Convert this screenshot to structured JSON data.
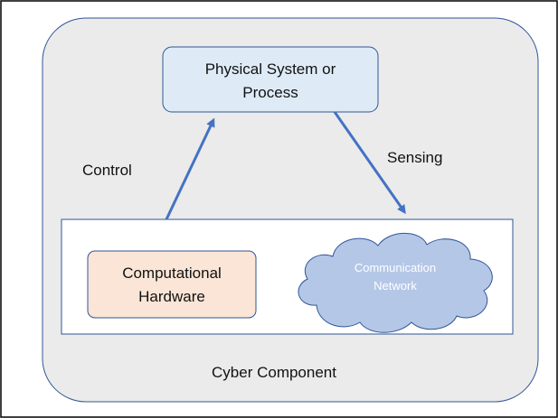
{
  "diagram": {
    "physical_system": [
      "Physical System or",
      "Process"
    ],
    "edge_control": "Control",
    "edge_sensing": "Sensing",
    "computational_hardware": [
      "Computational",
      "Hardware"
    ],
    "communication_network": [
      "Communication",
      "Network"
    ],
    "cyber_component_label": "Cyber Component"
  },
  "colors": {
    "outer_background": "#ebebeb",
    "outer_border": "#2f5597",
    "physical_fill": "#deebf7",
    "physical_border": "#2f5597",
    "hardware_fill": "#fbe5d6",
    "hardware_border": "#2f5597",
    "cloud_fill": "#b4c7e7",
    "cloud_text": "#ffffff",
    "arrow": "#4472c4",
    "frame_border": "#000000"
  }
}
